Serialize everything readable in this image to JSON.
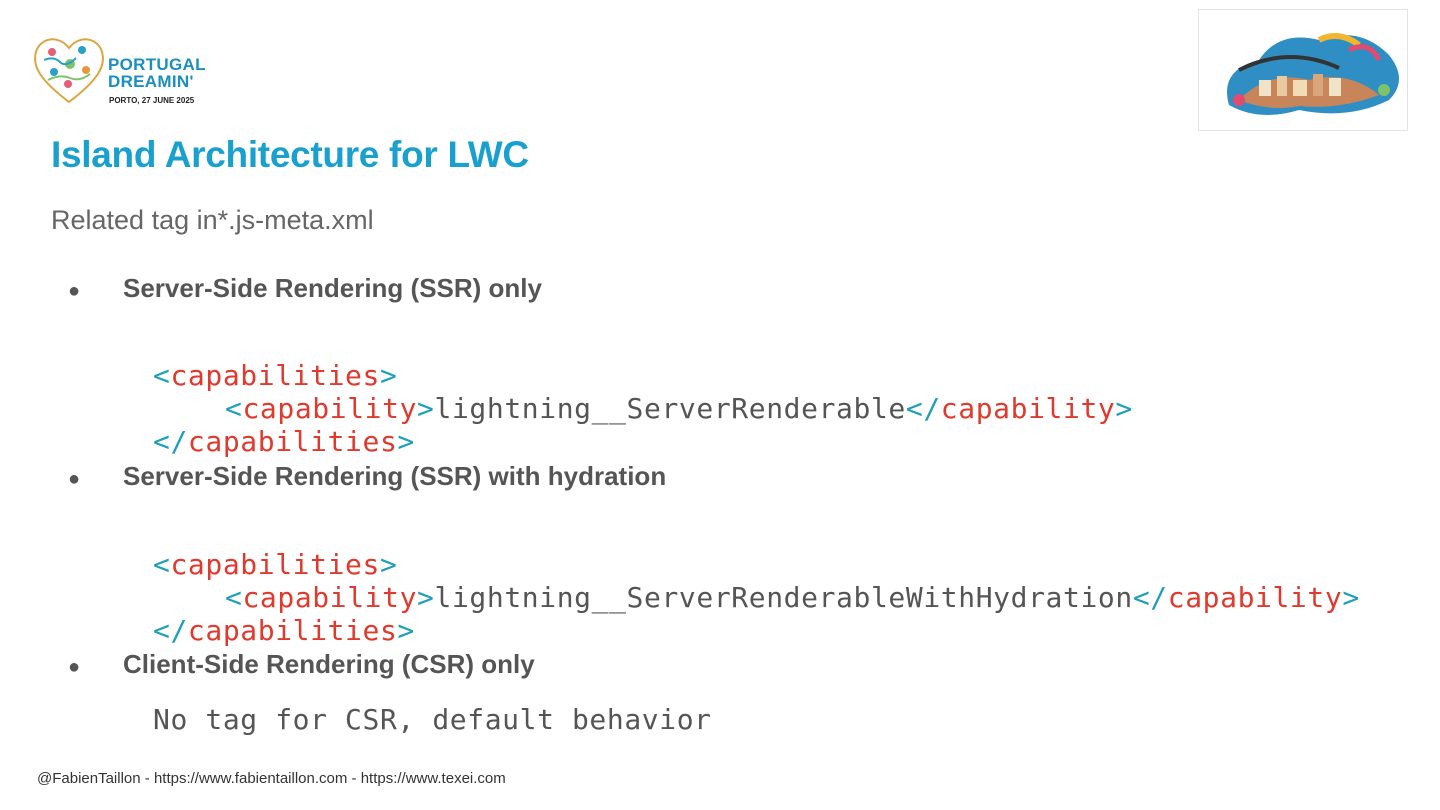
{
  "logo": {
    "line1": "PORTUGAL",
    "line2": "DREAMIN'",
    "date": "PORTO, 27 JUNE 2025"
  },
  "title": "Island Architecture for LWC",
  "subtitle": "Related tag in*.js-meta.xml",
  "sections": [
    {
      "heading": "Server-Side Rendering (SSR) only",
      "code": {
        "open_lt": "<",
        "open_tag": "capabilities",
        "open_gt": ">",
        "inner_lt": "<",
        "inner_tag": "capability",
        "inner_gt": ">",
        "value": "lightning__ServerRenderable",
        "inner_close_lt": "</",
        "inner_close_tag": "capability",
        "inner_close_gt": ">",
        "close_lt": "</",
        "close_tag": "capabilities",
        "close_gt": ">"
      }
    },
    {
      "heading": "Server-Side Rendering (SSR) with hydration",
      "code": {
        "open_lt": "<",
        "open_tag": "capabilities",
        "open_gt": ">",
        "inner_lt": "<",
        "inner_tag": "capability",
        "inner_gt": ">",
        "value": "lightning__ServerRenderableWithHydration",
        "inner_close_lt": "</",
        "inner_close_tag": "capability",
        "inner_close_gt": ">",
        "close_lt": "</",
        "close_tag": "capabilities",
        "close_gt": ">"
      }
    },
    {
      "heading": "Client-Side Rendering (CSR) only",
      "plain": "No tag for CSR, default behavior"
    }
  ],
  "bullet_glyph": "●",
  "footer": "@FabienTaillon - https://www.fabientaillon.com - https://www.texei.com",
  "colors": {
    "title": "#1aa0cf",
    "tag": "#e03a2e",
    "punctuation": "#1f9fb8",
    "text": "#555555"
  }
}
